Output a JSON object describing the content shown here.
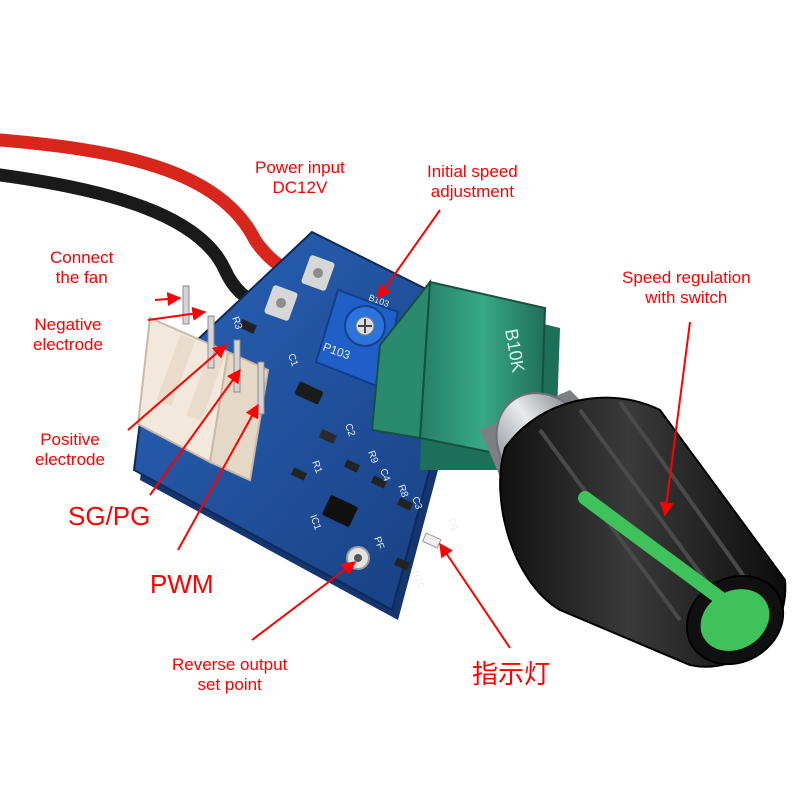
{
  "labels": {
    "power_input": {
      "line1": "Power input",
      "line2": "DC12V"
    },
    "initial_speed": {
      "line1": "Initial speed",
      "line2": "adjustment"
    },
    "connect_fan": {
      "line1": "Connect",
      "line2": "the fan"
    },
    "speed_regulation": {
      "line1": "Speed regulation",
      "line2": "with switch"
    },
    "negative": {
      "line1": "Negative",
      "line2": "electrode"
    },
    "positive": {
      "line1": "Positive",
      "line2": "electrode"
    },
    "sg_pg": "SG/PG",
    "pwm": "PWM",
    "reverse_output": {
      "line1": "Reverse output",
      "line2": "set point"
    },
    "indicator": "指示灯"
  },
  "pcb_marks": {
    "trimmer": "P103",
    "trimmer_code": "B103",
    "pot": "B10K",
    "r3": "R3",
    "r1": "R1",
    "c1": "C1",
    "c2": "C2",
    "c3": "C3",
    "c4": "C4",
    "r8": "R8",
    "r9": "R9",
    "r10": "R10",
    "d1": "D1",
    "ic1": "IC1",
    "pf": "PF"
  },
  "colors": {
    "label": "#ff0000",
    "pcb": "#1f4f9a",
    "pot_body": "#2f9a7c",
    "knob_insert": "#3fc25a",
    "wire_red": "#d8261c",
    "wire_black": "#1a1a1a"
  }
}
